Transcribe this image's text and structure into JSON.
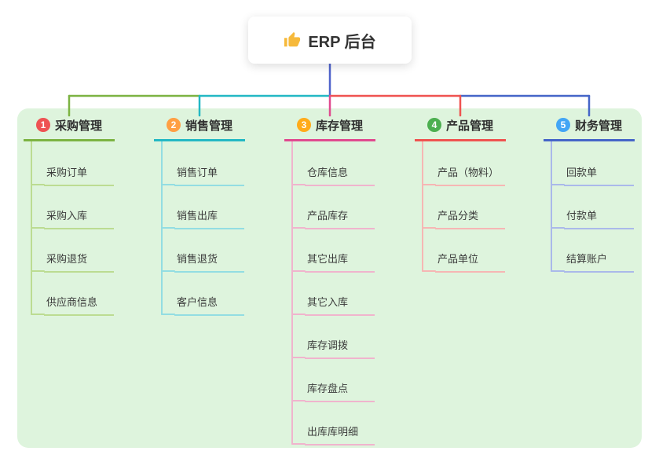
{
  "root": {
    "label": "ERP 后台",
    "icon": "thumbs-up-icon",
    "icon_color": "#f6b93b"
  },
  "connector": {
    "root_stem_color": "#5064cb"
  },
  "branches": [
    {
      "number": "1",
      "label": "采购管理",
      "color": "#7cb342",
      "light_color": "#bcdc92",
      "badge_color": "#ee5253",
      "children": [
        "采购订单",
        "采购入库",
        "采购退货",
        "供应商信息"
      ]
    },
    {
      "number": "2",
      "label": "销售管理",
      "color": "#23b8c4",
      "light_color": "#93dde2",
      "badge_color": "#ff9f43",
      "children": [
        "销售订单",
        "销售出库",
        "销售退货",
        "客户信息"
      ]
    },
    {
      "number": "3",
      "label": "库存管理",
      "color": "#e04a8f",
      "light_color": "#f0b4cd",
      "badge_color": "#ffab1a",
      "children": [
        "仓库信息",
        "产品库存",
        "其它出库",
        "其它入库",
        "库存调拨",
        "库存盘点",
        "出库库明细"
      ]
    },
    {
      "number": "4",
      "label": "产品管理",
      "color": "#ef5350",
      "light_color": "#f6b6b4",
      "badge_color": "#4caf50",
      "children": [
        "产品（物料）",
        "产品分类",
        "产品单位"
      ]
    },
    {
      "number": "5",
      "label": "财务管理",
      "color": "#4565c8",
      "light_color": "#aab9ea",
      "badge_color": "#42a5f5",
      "children": [
        "回款单",
        "付款单",
        "结算账户"
      ]
    }
  ]
}
